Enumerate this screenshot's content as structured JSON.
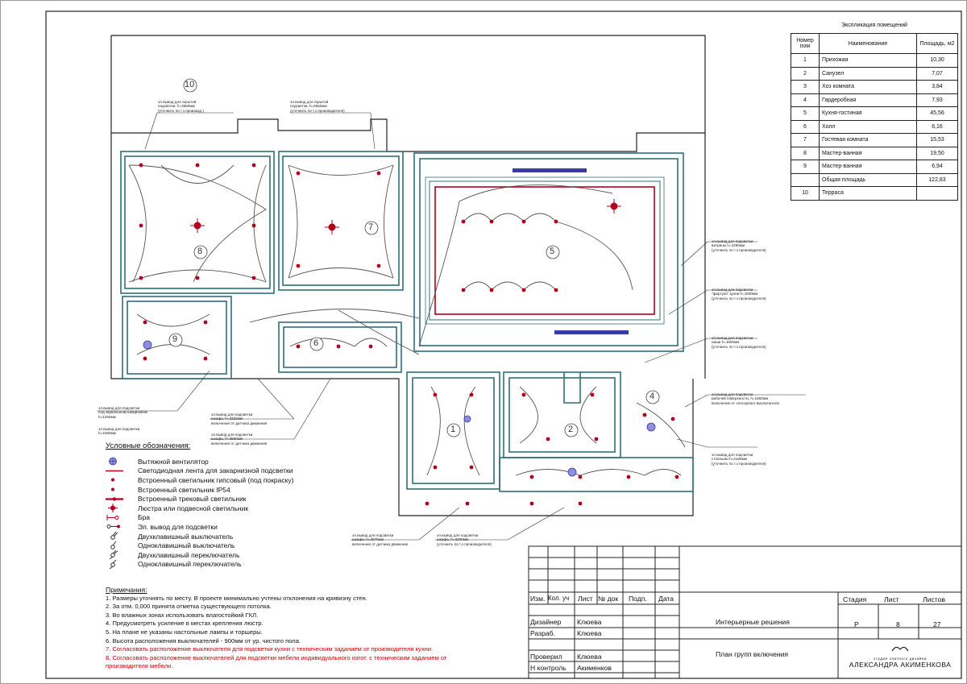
{
  "explication": {
    "title": "Экспликация помещений",
    "headers": {
      "num": "Номер пом",
      "name": "Наименование",
      "area": "Площадь, м2"
    },
    "rows": [
      {
        "num": "1",
        "name": "Прихожая",
        "area": "10,30"
      },
      {
        "num": "2",
        "name": "Санузел",
        "area": "7,07"
      },
      {
        "num": "3",
        "name": "Хоз комната",
        "area": "3,84"
      },
      {
        "num": "4",
        "name": "Гардеробная",
        "area": "7,93"
      },
      {
        "num": "5",
        "name": "Кухня-гостиная",
        "area": "45,56"
      },
      {
        "num": "6",
        "name": "Холл",
        "area": "6,16"
      },
      {
        "num": "7",
        "name": "Гостевая комната",
        "area": "15,53"
      },
      {
        "num": "8",
        "name": "Мастер-ванная",
        "area": "19,50"
      },
      {
        "num": "9",
        "name": "Мастер-ванная",
        "area": "6,94"
      }
    ],
    "total": {
      "name": "Общая площадь",
      "area": "122,83"
    },
    "extra": {
      "num": "10",
      "name": "Терраса"
    }
  },
  "rooms": [
    "1",
    "2",
    "3",
    "4",
    "5",
    "6",
    "7",
    "8",
    "9",
    "10"
  ],
  "annotations": {
    "a1": [
      "эл.вывод для скрытой",
      "подсветки, h=3550мм",
      "(уточнить по т.з производ.)"
    ],
    "a2": [
      "эл.вывод для скрытой",
      "подсветки, h=3550мм",
      "(уточнить по т.з производителя)"
    ],
    "a3": [
      "эл.вывод для подсветки",
      "витрины h=2280мм",
      "(уточнить по т.з производителя)"
    ],
    "a4": [
      "эл.вывод для подсветки",
      "\"фартука\" кухни h=1500мм",
      "(уточнить по т.з производителя)"
    ],
    "a5": [
      "эл.вывод для подсветки",
      "ниши h=1650мм",
      "(уточнить по т.з производителя)"
    ],
    "a6": [
      "эл.вывод для подсветки",
      "рабочей поверхности, h=1550мм",
      "включение от сенсорного выключателя"
    ],
    "a7": [
      "эл.вывод для подсветки",
      "столешни h=2100мм",
      "(уточнить по т.з производителя)"
    ],
    "a8": [
      "эл.вывод для подсветки",
      "под зеркальным шкафчиком",
      "h=1250мм"
    ],
    "a9": [
      "эл.вывод для подсветки",
      "h=2460мм"
    ],
    "a10": [
      "эл.вывод для подсветки",
      "шкафа, h=3320мм",
      "включение от датчика движения"
    ],
    "a11": [
      "эл.вывод для подсветки",
      "шкафа, h=3550мм",
      "включение от датчика движения"
    ],
    "a12": [
      "эл.вывод для подсветки",
      "шкафа, h=2970мм",
      "включение от датчика движения"
    ],
    "a13": [
      "эл.вывод для подсветки",
      "шкафа, h=3200мм",
      "(уточнить по т.з производителя)"
    ]
  },
  "legend": {
    "title": "Условные обозначения:",
    "items": [
      {
        "icon": "exhaust-fan",
        "label": "Вытяжной вентилятор"
      },
      {
        "icon": "led-strip",
        "label": "Светодиодная лента для закарнизной подсветки"
      },
      {
        "icon": "recessed-light",
        "label": "Встроенный светильник гипсовый (под покраску)"
      },
      {
        "icon": "recessed-light-ip54",
        "label": "Встроенный светильник IP54"
      },
      {
        "icon": "track-light",
        "label": "Встроенный трековый светильник"
      },
      {
        "icon": "chandelier",
        "label": "Люстра или подвесной светильник"
      },
      {
        "icon": "sconce",
        "label": "Бра"
      },
      {
        "icon": "outlet",
        "label": "Эл. вывод для подсветки"
      },
      {
        "icon": "switch-double",
        "label": "Двухклавишный выключатель"
      },
      {
        "icon": "switch-single",
        "label": "Одноклавишный выключатель"
      },
      {
        "icon": "toggle-double",
        "label": "Двухклавишный переключатель"
      },
      {
        "icon": "toggle-single",
        "label": "Одноклавишный переключатель"
      }
    ]
  },
  "notes": {
    "title": "Примечания:",
    "items": [
      {
        "text": "1. Размеры уточнять по месту. В проекте минимально учтены отклонения на кривизну стен.",
        "red": false
      },
      {
        "text": "2. За отм. 0,000 принята отметка существующего потолка.",
        "red": false
      },
      {
        "text": "3. Во влажных зонах использовать влагостойкий ГКЛ.",
        "red": false
      },
      {
        "text": "4. Предусмотреть усиление в местах крепления люстр.",
        "red": false
      },
      {
        "text": "5. На плане не указаны настольные лампы и торшеры.",
        "red": false
      },
      {
        "text": "6. Высота расположения выключателей - 900мм от ур. чистого пола.",
        "red": false
      },
      {
        "text": "7. Согласовать расположение выключателя для подсветки кухни с техническим заданием от производителя кухни.",
        "red": true
      },
      {
        "text": "8. Согласовать расположение выключателей для подсветки мебели индивидуального изгот. с техническим заданием от",
        "red": true
      },
      {
        "text": "производителя мебели.",
        "red": true
      }
    ]
  },
  "title_block": {
    "headers": [
      "Изм.",
      "Кол. уч",
      "Лист",
      "№ док",
      "Подп.",
      "Дата"
    ],
    "designer_role": "Дизайнер",
    "designer": "Клюева",
    "dev_role": "Разраб.",
    "dev": "Клюева",
    "check_role": "Проверил",
    "check": "Клюева",
    "control_role": "Н контроль",
    "control": "Акименков",
    "project": "Интерьерные решения",
    "sheet_title": "План групп включения",
    "stage_label": "Стадия",
    "stage": "Р",
    "sheet_label": "Лист",
    "sheet": "8",
    "sheets_label": "Листов",
    "sheets": "27",
    "studio_small": "студия элитного дизайна",
    "studio": "АЛЕКСАНДРА АКИМЕНКОВА"
  },
  "colors": {
    "wall": "#2f6f78",
    "red": "#b3001b",
    "blue": "#3a3aa8",
    "line": "#555555"
  }
}
